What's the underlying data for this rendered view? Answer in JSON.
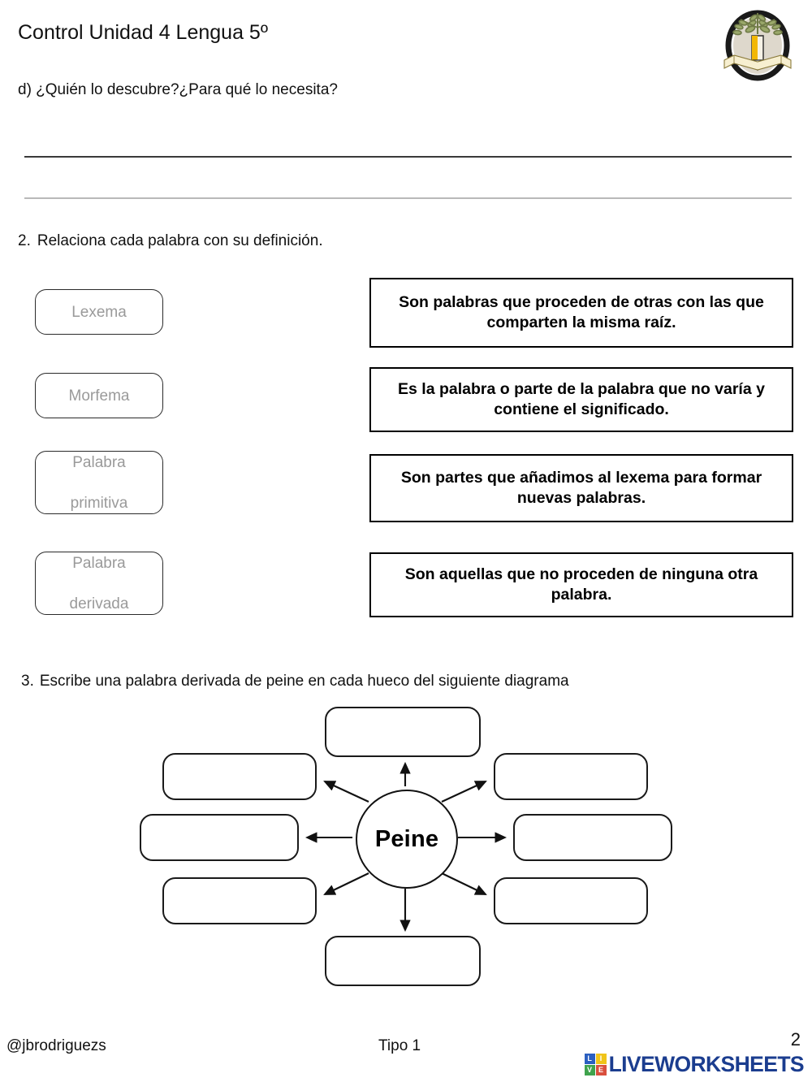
{
  "header": {
    "title": "Control Unidad 4 Lengua 5º",
    "logo_name": "school-crest-logo"
  },
  "question_d": {
    "text": "d) ¿Quién lo descubre?¿Para qué lo necesita?",
    "answer_lines": 2
  },
  "exercise2": {
    "number": "2.",
    "heading": "Relaciona cada palabra con su definición.",
    "words": [
      {
        "label": "Lexema",
        "lines": [
          "Lexema"
        ]
      },
      {
        "label": "Morfema",
        "lines": [
          "Morfema"
        ]
      },
      {
        "label": "Palabra primitiva",
        "lines": [
          "Palabra",
          "primitiva"
        ]
      },
      {
        "label": "Palabra derivada",
        "lines": [
          "Palabra",
          "derivada"
        ]
      }
    ],
    "definitions": [
      "Son palabras que proceden de otras con las que comparten la misma raíz.",
      "Es la palabra o parte de la palabra que no varía y contiene el significado.",
      "Son partes que añadimos al lexema para formar nuevas palabras.",
      "Son aquellas que no proceden de ninguna otra palabra."
    ]
  },
  "exercise3": {
    "number": "3.",
    "heading": "Escribe una palabra derivada de peine en cada hueco del siguiente diagrama",
    "center_word": "Peine",
    "slot_count": 8,
    "slots": [
      "",
      "",
      "",
      "",
      "",
      "",
      "",
      ""
    ]
  },
  "footer": {
    "handle": "@jbrodriguezs",
    "type_label": "Tipo 1",
    "page_number": "2",
    "brand": {
      "wordmark": "LIVEWORKSHEETS",
      "squares": [
        {
          "letter": "L",
          "color": "#2b5fc0"
        },
        {
          "letter": "I",
          "color": "#f0c419"
        },
        {
          "letter": "V",
          "color": "#3fa34d"
        },
        {
          "letter": "E",
          "color": "#d94f3d"
        }
      ],
      "wordmark_color": "#1b3d8f"
    }
  },
  "colors": {
    "placeholder_text": "#9a9a9a",
    "box_border": "#000000",
    "line_dark": "#3a3a3a",
    "line_light": "#b9b9b9"
  }
}
